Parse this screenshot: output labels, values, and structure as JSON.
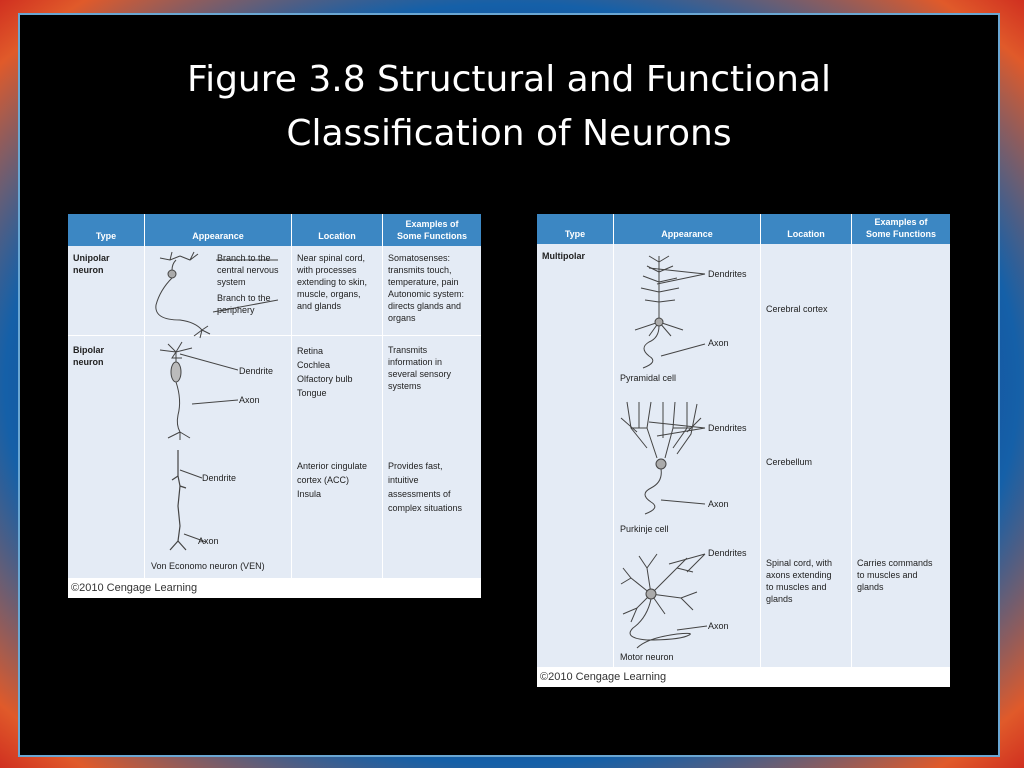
{
  "slide": {
    "title_line1": "Figure 3.8 Structural and Functional",
    "title_line2": "Classification of Neurons"
  },
  "left_table": {
    "headers": [
      "Type",
      "Appearance",
      "Location",
      "Examples of\nSome Functions"
    ],
    "unipolar": {
      "type": "Unipolar\nneuron",
      "label_branch_cns": "Branch to the\ncentral nervous\nsystem",
      "label_branch_periphery": "Branch to the\nperiphery",
      "location": "Near spinal cord,\nwith processes\nextending to skin,\nmuscle, organs,\nand glands",
      "functions": "Somatosenses:\n  transmits touch,\n  temperature, pain\nAutonomic system:\n  directs glands and\n  organs"
    },
    "bipolar": {
      "type": "Bipolar\nneuron",
      "label_dendrite": "Dendrite",
      "label_axon": "Axon",
      "location": "Retina\nCochlea\nOlfactory bulb\nTongue",
      "functions": "Transmits\ninformation in\nseveral sensory\nsystems"
    },
    "ven": {
      "label_dendrite": "Dendrite",
      "label_axon": "Axon",
      "caption": "Von Economo neuron (VEN)",
      "location": "Anterior cingulate\ncortex (ACC)\nInsula",
      "functions": "Provides fast,\nintuitive\nassessments of\ncomplex situations"
    },
    "credit": "©2010 Cengage Learning"
  },
  "right_table": {
    "headers": [
      "Type",
      "Appearance",
      "Location",
      "Examples of\nSome Functions"
    ],
    "type": "Multipolar",
    "pyramidal": {
      "label_dendrites": "Dendrites",
      "label_axon": "Axon",
      "caption": "Pyramidal cell",
      "location": "Cerebral cortex"
    },
    "purkinje": {
      "label_dendrites": "Dendrites",
      "label_axon": "Axon",
      "caption": "Purkinje cell",
      "location": "Cerebellum"
    },
    "motor": {
      "label_dendrites": "Dendrites",
      "label_axon": "Axon",
      "caption": "Motor neuron",
      "location": "Spinal cord, with\naxons extending\nto muscles and\nglands",
      "functions": "Carries commands\nto muscles and\nglands"
    },
    "credit": "©2010 Cengage Learning"
  }
}
